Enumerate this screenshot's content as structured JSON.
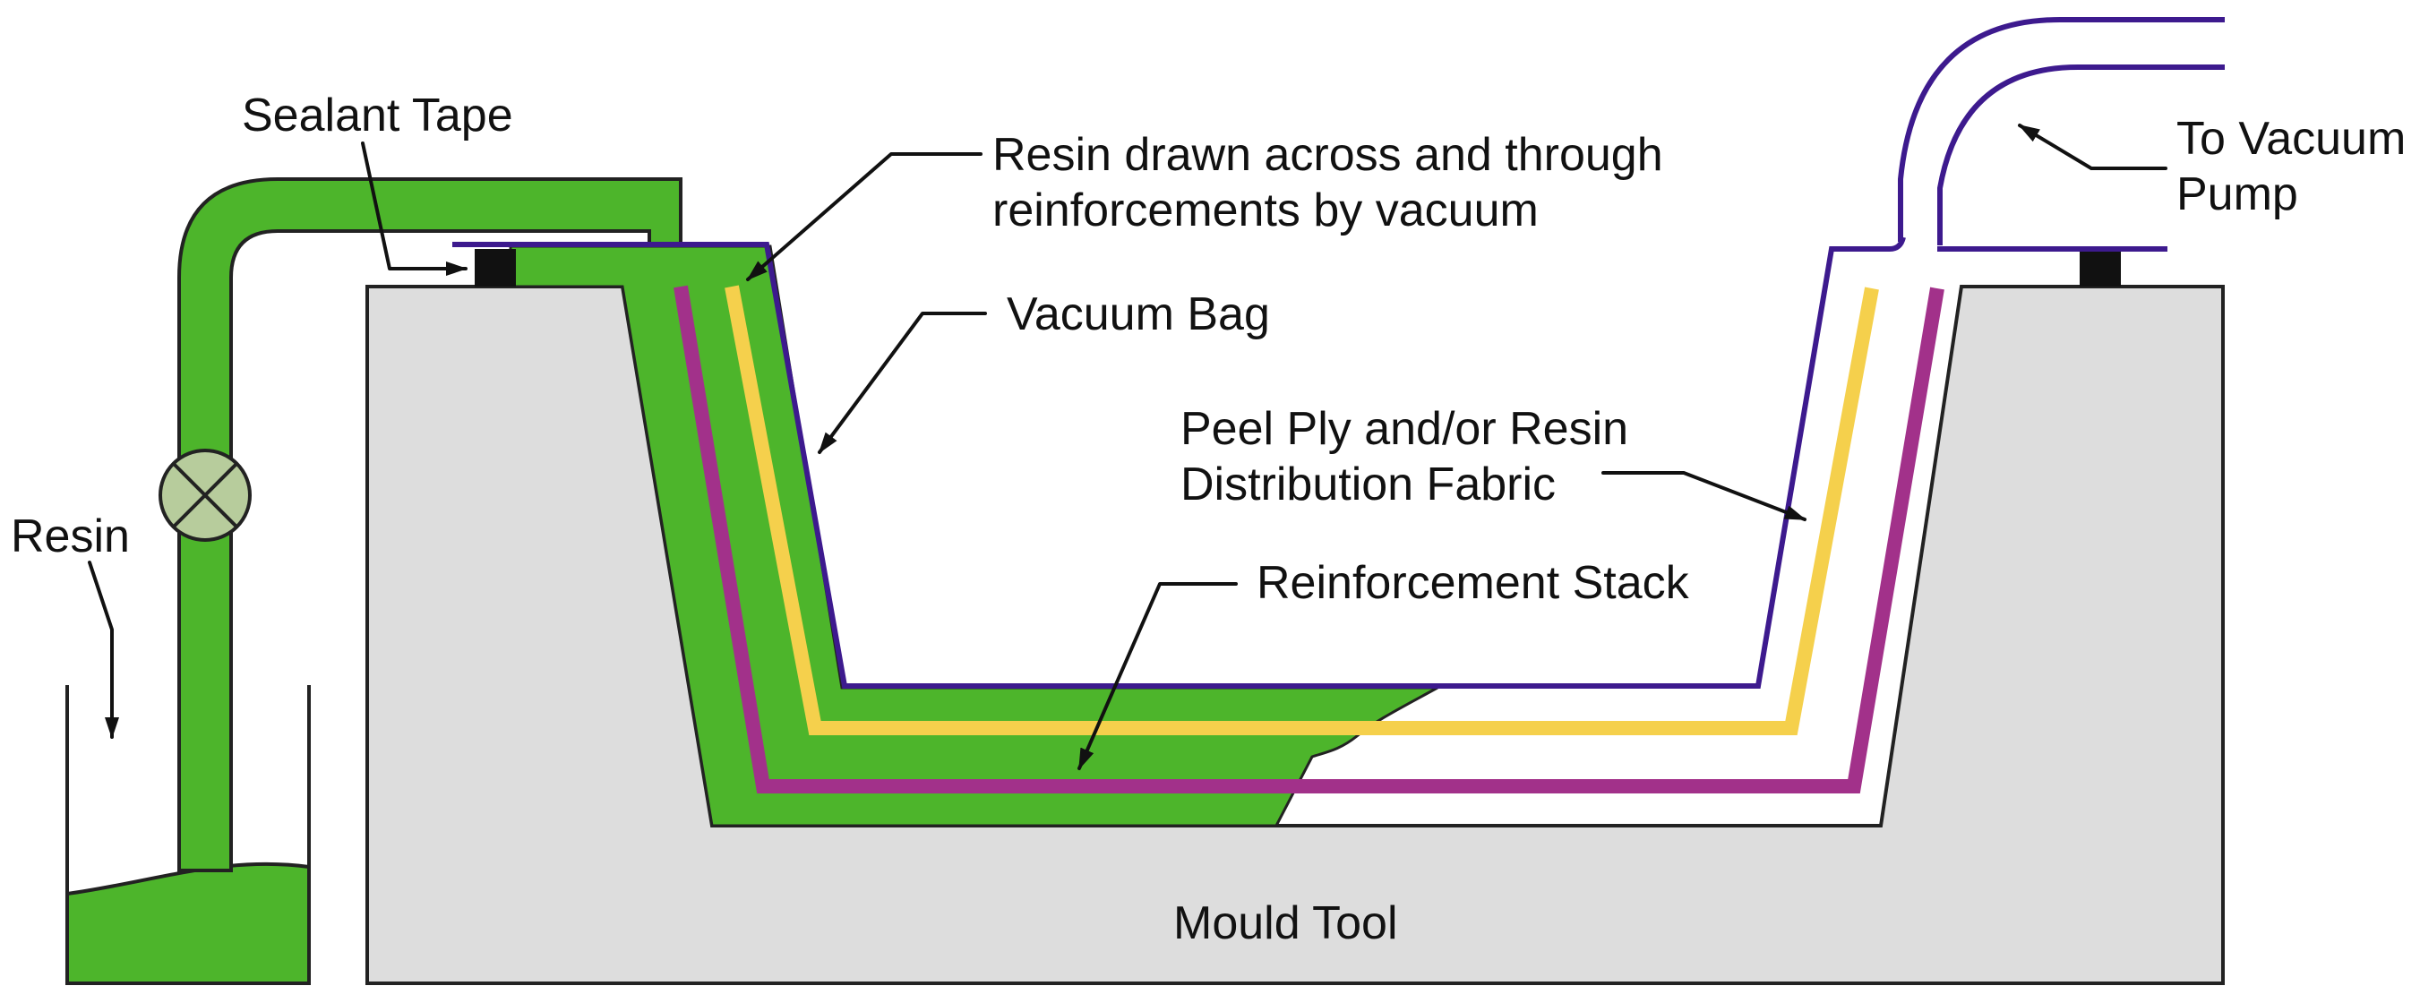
{
  "labels": {
    "sealant_tape": "Sealant Tape",
    "resin_drawn_line1": "Resin drawn across and through",
    "resin_drawn_line2": "reinforcements by vacuum",
    "vacuum_bag": "Vacuum Bag",
    "to_vacuum_line1": "To Vacuum",
    "to_vacuum_line2": "Pump",
    "peel_ply_line1": "Peel Ply and/or Resin",
    "peel_ply_line2": "Distribution Fabric",
    "reinforcement_stack": "Reinforcement Stack",
    "resin": "Resin",
    "mould_tool": "Mould Tool"
  },
  "colors": {
    "resin_green": "#4DB52B",
    "vacuum_bag_purple": "#3D1A8E",
    "reinforcement_magenta": "#A2318A",
    "peel_ply_yellow": "#F5D04C",
    "mould_gray": "#DDDDDD",
    "valve_fill": "#B7CC9C",
    "sealant_black": "#111111",
    "outline": "#222222"
  },
  "icons": {
    "valve": "valve-icon",
    "sealant": "sealant-tape-block"
  }
}
